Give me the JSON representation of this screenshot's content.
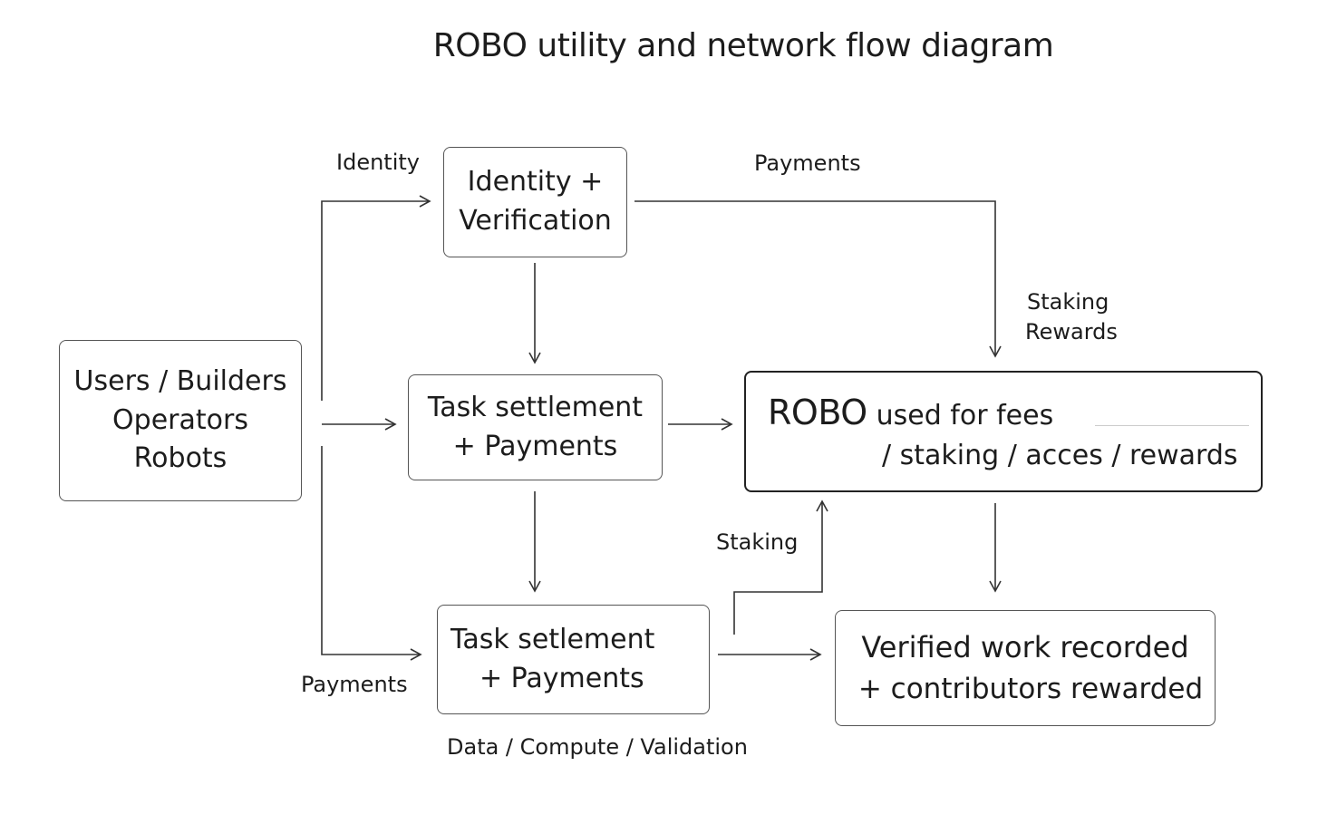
{
  "title": "ROBO utility and network flow diagram",
  "nodes": {
    "users": {
      "lines": [
        "Users / Builders",
        "Operators",
        "Robots"
      ]
    },
    "identity": {
      "lines": [
        "Identity +",
        "Verification"
      ]
    },
    "task_settlement": {
      "lines": [
        "Task settlement",
        "+ Payments"
      ]
    },
    "task_setlement": {
      "lines": [
        "Task setlement",
        "+ Payments"
      ]
    },
    "robo": {
      "token": "ROBO",
      "line1": "used for fees",
      "line2": "/ staking / acces / rewards"
    },
    "verified": {
      "lines": [
        "Verified work recorded",
        "+ contributors rewarded"
      ]
    }
  },
  "edge_labels": {
    "identity": "Identity",
    "payments_top": "Payments",
    "staking_rewards": [
      "Staking",
      "Rewards"
    ],
    "staking": "Staking",
    "payments_bottom": "Payments",
    "data_compute_validation": "Data / Compute / Validation"
  },
  "colors": {
    "stroke": "#333333",
    "text": "#1c1c1c",
    "background": "#ffffff"
  }
}
